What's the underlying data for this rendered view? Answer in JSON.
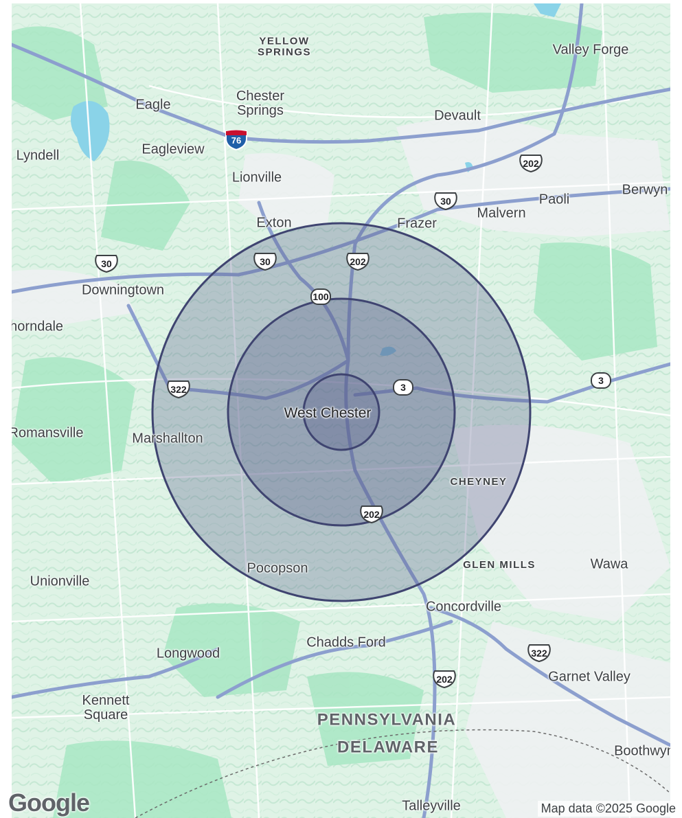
{
  "map": {
    "center_label": "West Chester",
    "towns": [
      {
        "id": "yellow-springs",
        "name": "YELLOW\nSPRINGS",
        "style": "caps"
      },
      {
        "id": "valley-forge",
        "name": "Valley Forge",
        "style": "town"
      },
      {
        "id": "eagle",
        "name": "Eagle",
        "style": "town"
      },
      {
        "id": "chester-springs",
        "name": "Chester\nSprings",
        "style": "town"
      },
      {
        "id": "devault",
        "name": "Devault",
        "style": "town"
      },
      {
        "id": "lyndell",
        "name": "Lyndell",
        "style": "town"
      },
      {
        "id": "eagleview",
        "name": "Eagleview",
        "style": "town"
      },
      {
        "id": "lionville",
        "name": "Lionville",
        "style": "town"
      },
      {
        "id": "berwyn",
        "name": "Berwyn",
        "style": "town"
      },
      {
        "id": "paoli",
        "name": "Paoli",
        "style": "town"
      },
      {
        "id": "malvern",
        "name": "Malvern",
        "style": "town"
      },
      {
        "id": "exton",
        "name": "Exton",
        "style": "town"
      },
      {
        "id": "frazer",
        "name": "Frazer",
        "style": "town"
      },
      {
        "id": "downingtown",
        "name": "Downingtown",
        "style": "town"
      },
      {
        "id": "thorndale",
        "name": "Thorndale",
        "style": "town"
      },
      {
        "id": "romansville",
        "name": "Romansville",
        "style": "town"
      },
      {
        "id": "marshallton",
        "name": "Marshallton",
        "style": "town"
      },
      {
        "id": "cheyney",
        "name": "CHEYNEY",
        "style": "caps"
      },
      {
        "id": "glen-mills",
        "name": "GLEN MILLS",
        "style": "caps"
      },
      {
        "id": "wawa",
        "name": "Wawa",
        "style": "town"
      },
      {
        "id": "unionville",
        "name": "Unionville",
        "style": "town"
      },
      {
        "id": "pocopson",
        "name": "Pocopson",
        "style": "town"
      },
      {
        "id": "concordville",
        "name": "Concordville",
        "style": "town"
      },
      {
        "id": "chadds-ford",
        "name": "Chadds Ford",
        "style": "town"
      },
      {
        "id": "longwood",
        "name": "Longwood",
        "style": "town"
      },
      {
        "id": "garnet-valley",
        "name": "Garnet Valley",
        "style": "town"
      },
      {
        "id": "kennett-square",
        "name": "Kennett\nSquare",
        "style": "town"
      },
      {
        "id": "boothwyn",
        "name": "Boothwyn",
        "style": "town"
      },
      {
        "id": "talleyville",
        "name": "Talleyville",
        "style": "town"
      }
    ],
    "states": [
      {
        "id": "pennsylvania",
        "name": "PENNSYLVANIA"
      },
      {
        "id": "delaware",
        "name": "DELAWARE"
      }
    ],
    "shields": [
      {
        "id": "i76",
        "kind": "interstate",
        "number": "76"
      },
      {
        "id": "us202-north",
        "kind": "us",
        "number": "202"
      },
      {
        "id": "us30-east",
        "kind": "us",
        "number": "30"
      },
      {
        "id": "us30-exton",
        "kind": "us",
        "number": "30"
      },
      {
        "id": "us30-west",
        "kind": "us",
        "number": "30"
      },
      {
        "id": "us202-exton",
        "kind": "us",
        "number": "202"
      },
      {
        "id": "pa100",
        "kind": "state",
        "number": "100"
      },
      {
        "id": "us322-west",
        "kind": "us",
        "number": "322"
      },
      {
        "id": "pa3-center",
        "kind": "state",
        "number": "3"
      },
      {
        "id": "pa3-east",
        "kind": "state",
        "number": "3"
      },
      {
        "id": "us202-south",
        "kind": "us",
        "number": "202"
      },
      {
        "id": "us322-east",
        "kind": "us",
        "number": "322"
      },
      {
        "id": "us202-far-south",
        "kind": "us",
        "number": "202"
      }
    ],
    "radius_rings": {
      "count": 3,
      "fill_color": "#5a5f8c",
      "stroke_color": "#3f4470"
    },
    "colors": {
      "park_green": "#a8e6c3",
      "land": "#dff3e6",
      "urban": "#eceff1",
      "highway": "#8c9fce",
      "water": "#8ad3e8"
    }
  },
  "branding": {
    "logo": "Google",
    "attribution": "Map data ©2025 Google"
  }
}
